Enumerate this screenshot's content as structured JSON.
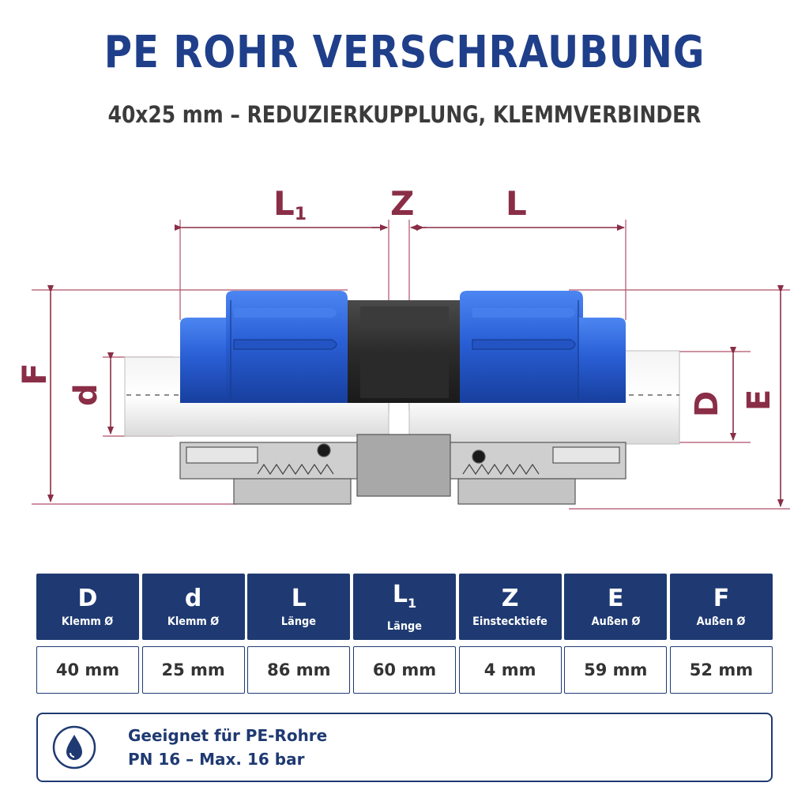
{
  "header": {
    "title": "PE ROHR VERSCHRAUBUNG",
    "subtitle": "40x25 mm – REDUZIERKUPPLUNG, KLEMMVERBINDER"
  },
  "diagram": {
    "labels": {
      "L1": "L",
      "L1_sub": "1",
      "Z": "Z",
      "L": "L",
      "F": "F",
      "d": "d",
      "D": "D",
      "E": "E"
    }
  },
  "table": {
    "columns": [
      {
        "symbol": "D",
        "sub": "",
        "desc": "Klemm Ø",
        "value": "40 mm"
      },
      {
        "symbol": "d",
        "sub": "",
        "desc": "Klemm Ø",
        "value": "25 mm"
      },
      {
        "symbol": "L",
        "sub": "",
        "desc": "Länge",
        "value": "86 mm"
      },
      {
        "symbol": "L",
        "sub": "1",
        "desc": "Länge",
        "value": "60 mm"
      },
      {
        "symbol": "Z",
        "sub": "",
        "desc": "Einstecktiefe",
        "value": "4 mm"
      },
      {
        "symbol": "E",
        "sub": "",
        "desc": "Außen Ø",
        "value": "59 mm"
      },
      {
        "symbol": "F",
        "sub": "",
        "desc": "Außen Ø",
        "value": "52 mm"
      }
    ]
  },
  "info": {
    "line1": "Geeignet für PE-Rohre",
    "line2": "PN 16 – Max. 16 bar",
    "icon": "water-drop-icon"
  },
  "colors": {
    "title": "#1f3f8a",
    "dimension": "#8a2e47",
    "nut_blue": "#2f62d6",
    "table_header": "#1f3a72"
  }
}
